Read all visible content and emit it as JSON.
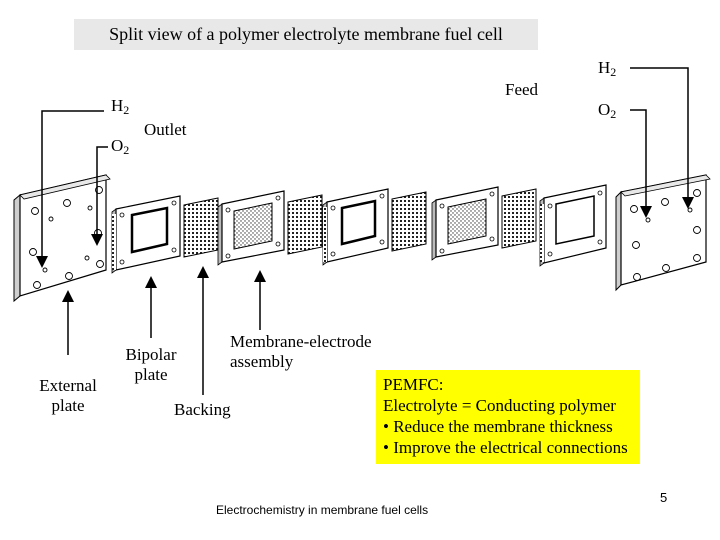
{
  "title": "Split view of a polymer electrolyte membrane fuel cell",
  "labels": {
    "feed": "Feed",
    "outlet": "Outlet",
    "h2_main": "H",
    "h2_sub": "2",
    "o2_main": "O",
    "o2_sub": "2",
    "external_plate": [
      "External",
      "plate"
    ],
    "bipolar_plate": [
      "Bipolar",
      "plate"
    ],
    "backing": "Backing",
    "mea": [
      "Membrane-electrode",
      "assembly"
    ]
  },
  "pemfc_box": {
    "heading": "PEMFC",
    "heading_suffix": ":",
    "lines": [
      "Electrolyte = Conducting polymer",
      "• Reduce the membrane thickness",
      "• Improve the electrical connections"
    ]
  },
  "footer": "Electrochemistry in membrane fuel cells",
  "page_number": "5",
  "colors": {
    "highlight": "#ffff00",
    "title_bg": "#e8e8e8"
  }
}
